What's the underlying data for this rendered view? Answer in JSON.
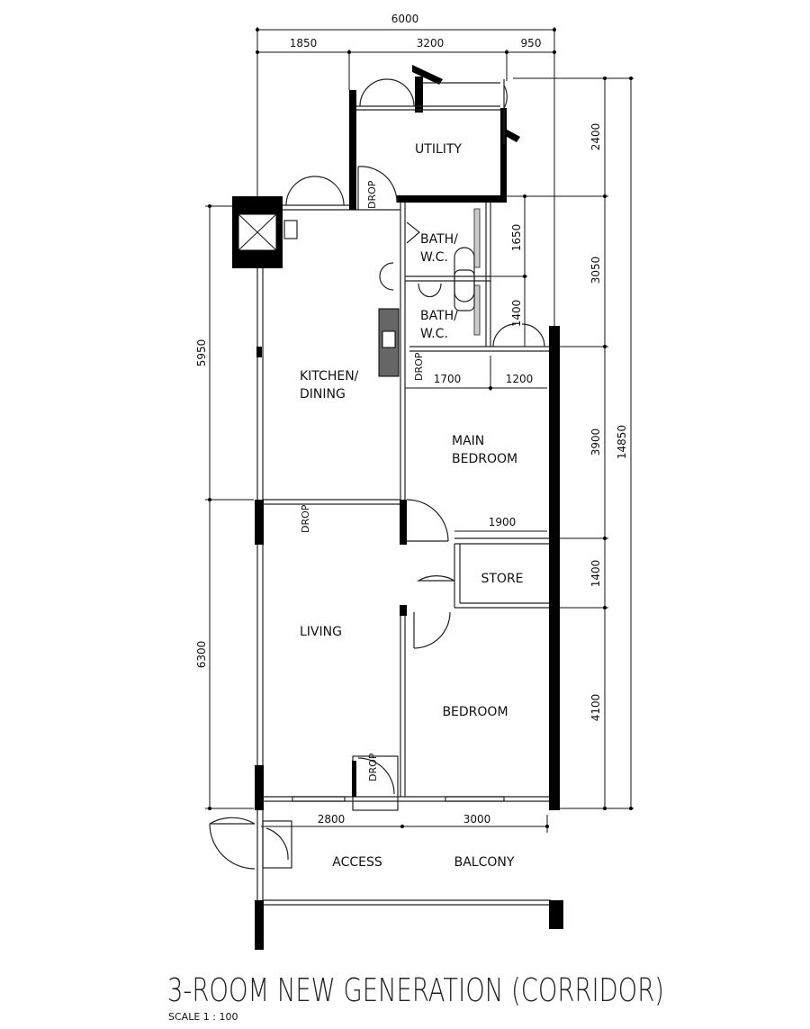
{
  "title": "3-ROOM NEW GENERATION (CORRIDOR)",
  "scale": "SCALE 1 : 100",
  "rooms": {
    "utility": "UTILITY",
    "bath1_a": "BATH/",
    "bath1_b": "W.C.",
    "bath2_a": "BATH/",
    "bath2_b": "W.C.",
    "kitchen_a": "KITCHEN/",
    "kitchen_b": "DINING",
    "main_bedroom_a": "MAIN",
    "main_bedroom_b": "BEDROOM",
    "store": "STORE",
    "living": "LIVING",
    "bedroom": "BEDROOM",
    "access": "ACCESS",
    "balcony": "BALCONY"
  },
  "drops": [
    "DROP",
    "DROP",
    "DROP",
    "DROP"
  ],
  "dimensions": {
    "top_total": "6000",
    "top_a": "1850",
    "top_b": "3200",
    "top_c": "950",
    "right_total": "14850",
    "right_a": "2400",
    "right_b": "3050",
    "right_c": "3900",
    "right_d": "1400",
    "right_e": "4100",
    "bath_a": "1650",
    "bath_b": "1400",
    "left_a": "5950",
    "left_b": "6300",
    "mid_a": "1700",
    "mid_b": "1200",
    "store_w": "1900",
    "bottom_a": "2800",
    "bottom_b": "3000"
  }
}
